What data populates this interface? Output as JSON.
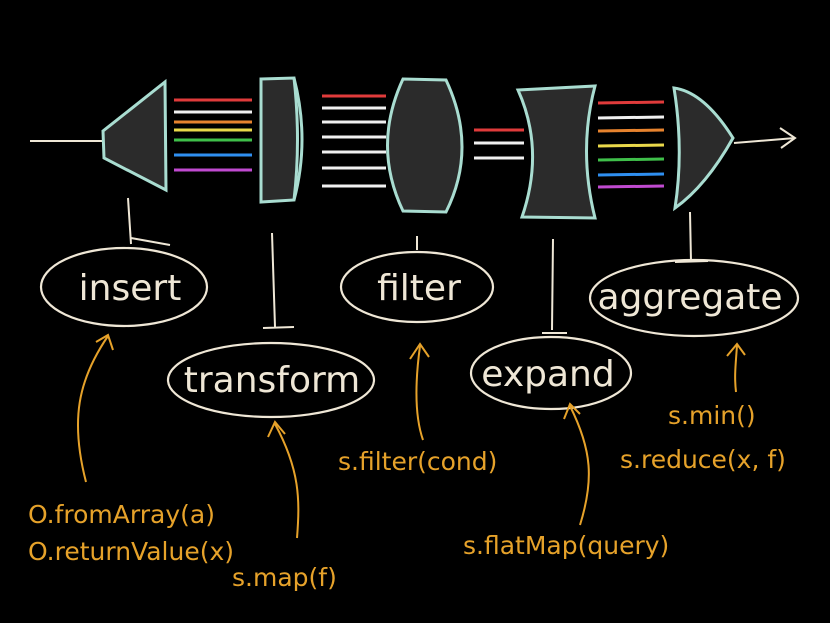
{
  "stages": [
    {
      "id": "insert",
      "label": "insert"
    },
    {
      "id": "transform",
      "label": "transform"
    },
    {
      "id": "filter",
      "label": "filter"
    },
    {
      "id": "expand",
      "label": "expand"
    },
    {
      "id": "aggregate",
      "label": "aggregate"
    }
  ],
  "operators": {
    "from_array": "O.fromArray(a)",
    "return_value": "O.returnValue(x)",
    "map": "s.map(f)",
    "filter": "s.filter(cond)",
    "flat_map": "s.flatMap(query)",
    "min": "s.min()",
    "reduce": "s.reduce(x, f)"
  },
  "colors": {
    "background": "#000000",
    "lens_outline": "#a9ddd1",
    "lens_fill": "#2b2b2b",
    "node_ink": "#efe7d6",
    "operator_ink": "#e6a22a",
    "beams": [
      "#e03b3b",
      "#f0f0f0",
      "#e7832e",
      "#e9d84a",
      "#3fbf4a",
      "#2f8ff0",
      "#c04ad0"
    ]
  }
}
